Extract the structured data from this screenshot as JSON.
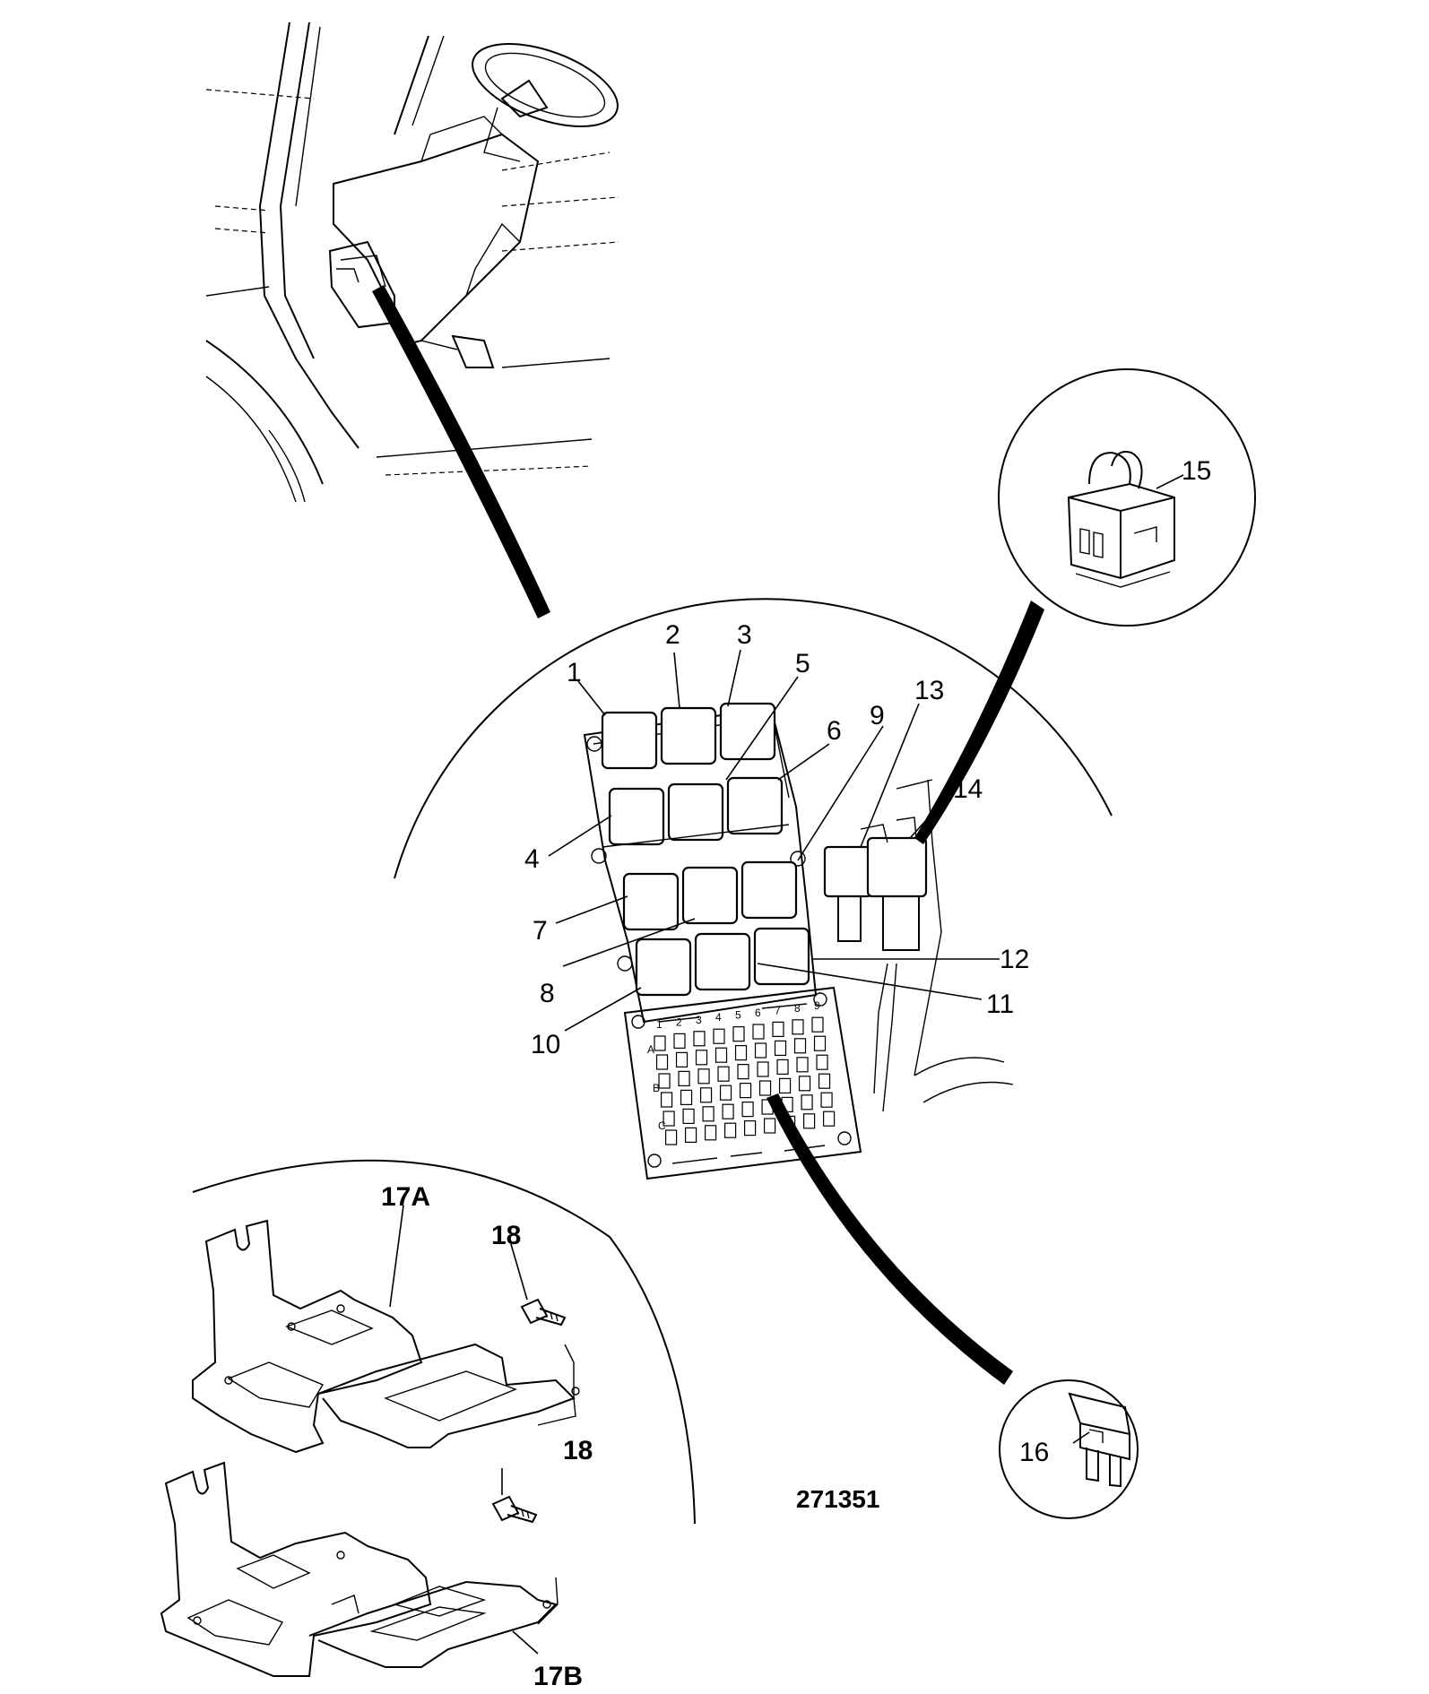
{
  "figure_number": "271351",
  "callouts": {
    "c1": "1",
    "c2": "2",
    "c3": "3",
    "c4": "4",
    "c5": "5",
    "c6": "6",
    "c7": "7",
    "c8": "8",
    "c9": "9",
    "c10": "10",
    "c11": "11",
    "c12": "12",
    "c13": "13",
    "c14": "14",
    "c15": "15",
    "c16": "16",
    "c17a": "17A",
    "c17b": "17B",
    "c18a": "18",
    "c18b": "18"
  },
  "fuse_board": {
    "columns": [
      "1",
      "2",
      "3",
      "4",
      "5",
      "6",
      "7",
      "8",
      "9"
    ],
    "rows": [
      "A",
      "B",
      "C"
    ]
  }
}
